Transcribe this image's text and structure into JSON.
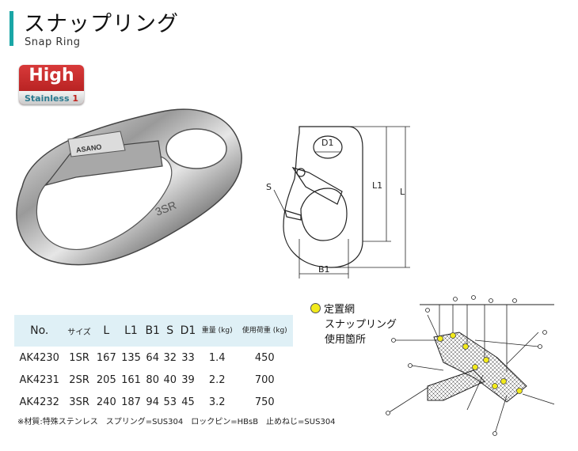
{
  "header": {
    "title": "スナップリング",
    "subtitle": "Snap Ring"
  },
  "badge": {
    "main": "High",
    "sub": "Stainless",
    "grade": "1"
  },
  "photo": {
    "brand_text": "ASANO",
    "model_text": "3SR"
  },
  "drawing": {
    "labels": {
      "d1": "D1",
      "l1": "L1",
      "l": "L",
      "s": "S",
      "b1": "B1"
    }
  },
  "legend": {
    "lines": [
      "定置網",
      "スナップリング",
      "使用箇所"
    ]
  },
  "table": {
    "headers": [
      "No.",
      "サイズ",
      "L",
      "L1",
      "B1",
      "S",
      "D1",
      "重量 (kg)",
      "使用荷重 (kg)"
    ],
    "rows": [
      [
        "AK4230",
        "1SR",
        "167",
        "135",
        "64",
        "32",
        "33",
        "1.4",
        "450"
      ],
      [
        "AK4231",
        "2SR",
        "205",
        "161",
        "80",
        "40",
        "39",
        "2.2",
        "700"
      ],
      [
        "AK4232",
        "3SR",
        "240",
        "187",
        "94",
        "53",
        "45",
        "3.2",
        "750"
      ]
    ]
  },
  "note": "※材質:特殊ステンレス　スプリング=SUS304　ロックピン=HBsB　止めねじ=SUS304",
  "colors": {
    "accent": "#1aa6a6",
    "header_bg": "#dff0f6",
    "badge_red": "#c8281f",
    "marker_yellow": "#f2ea1b"
  }
}
